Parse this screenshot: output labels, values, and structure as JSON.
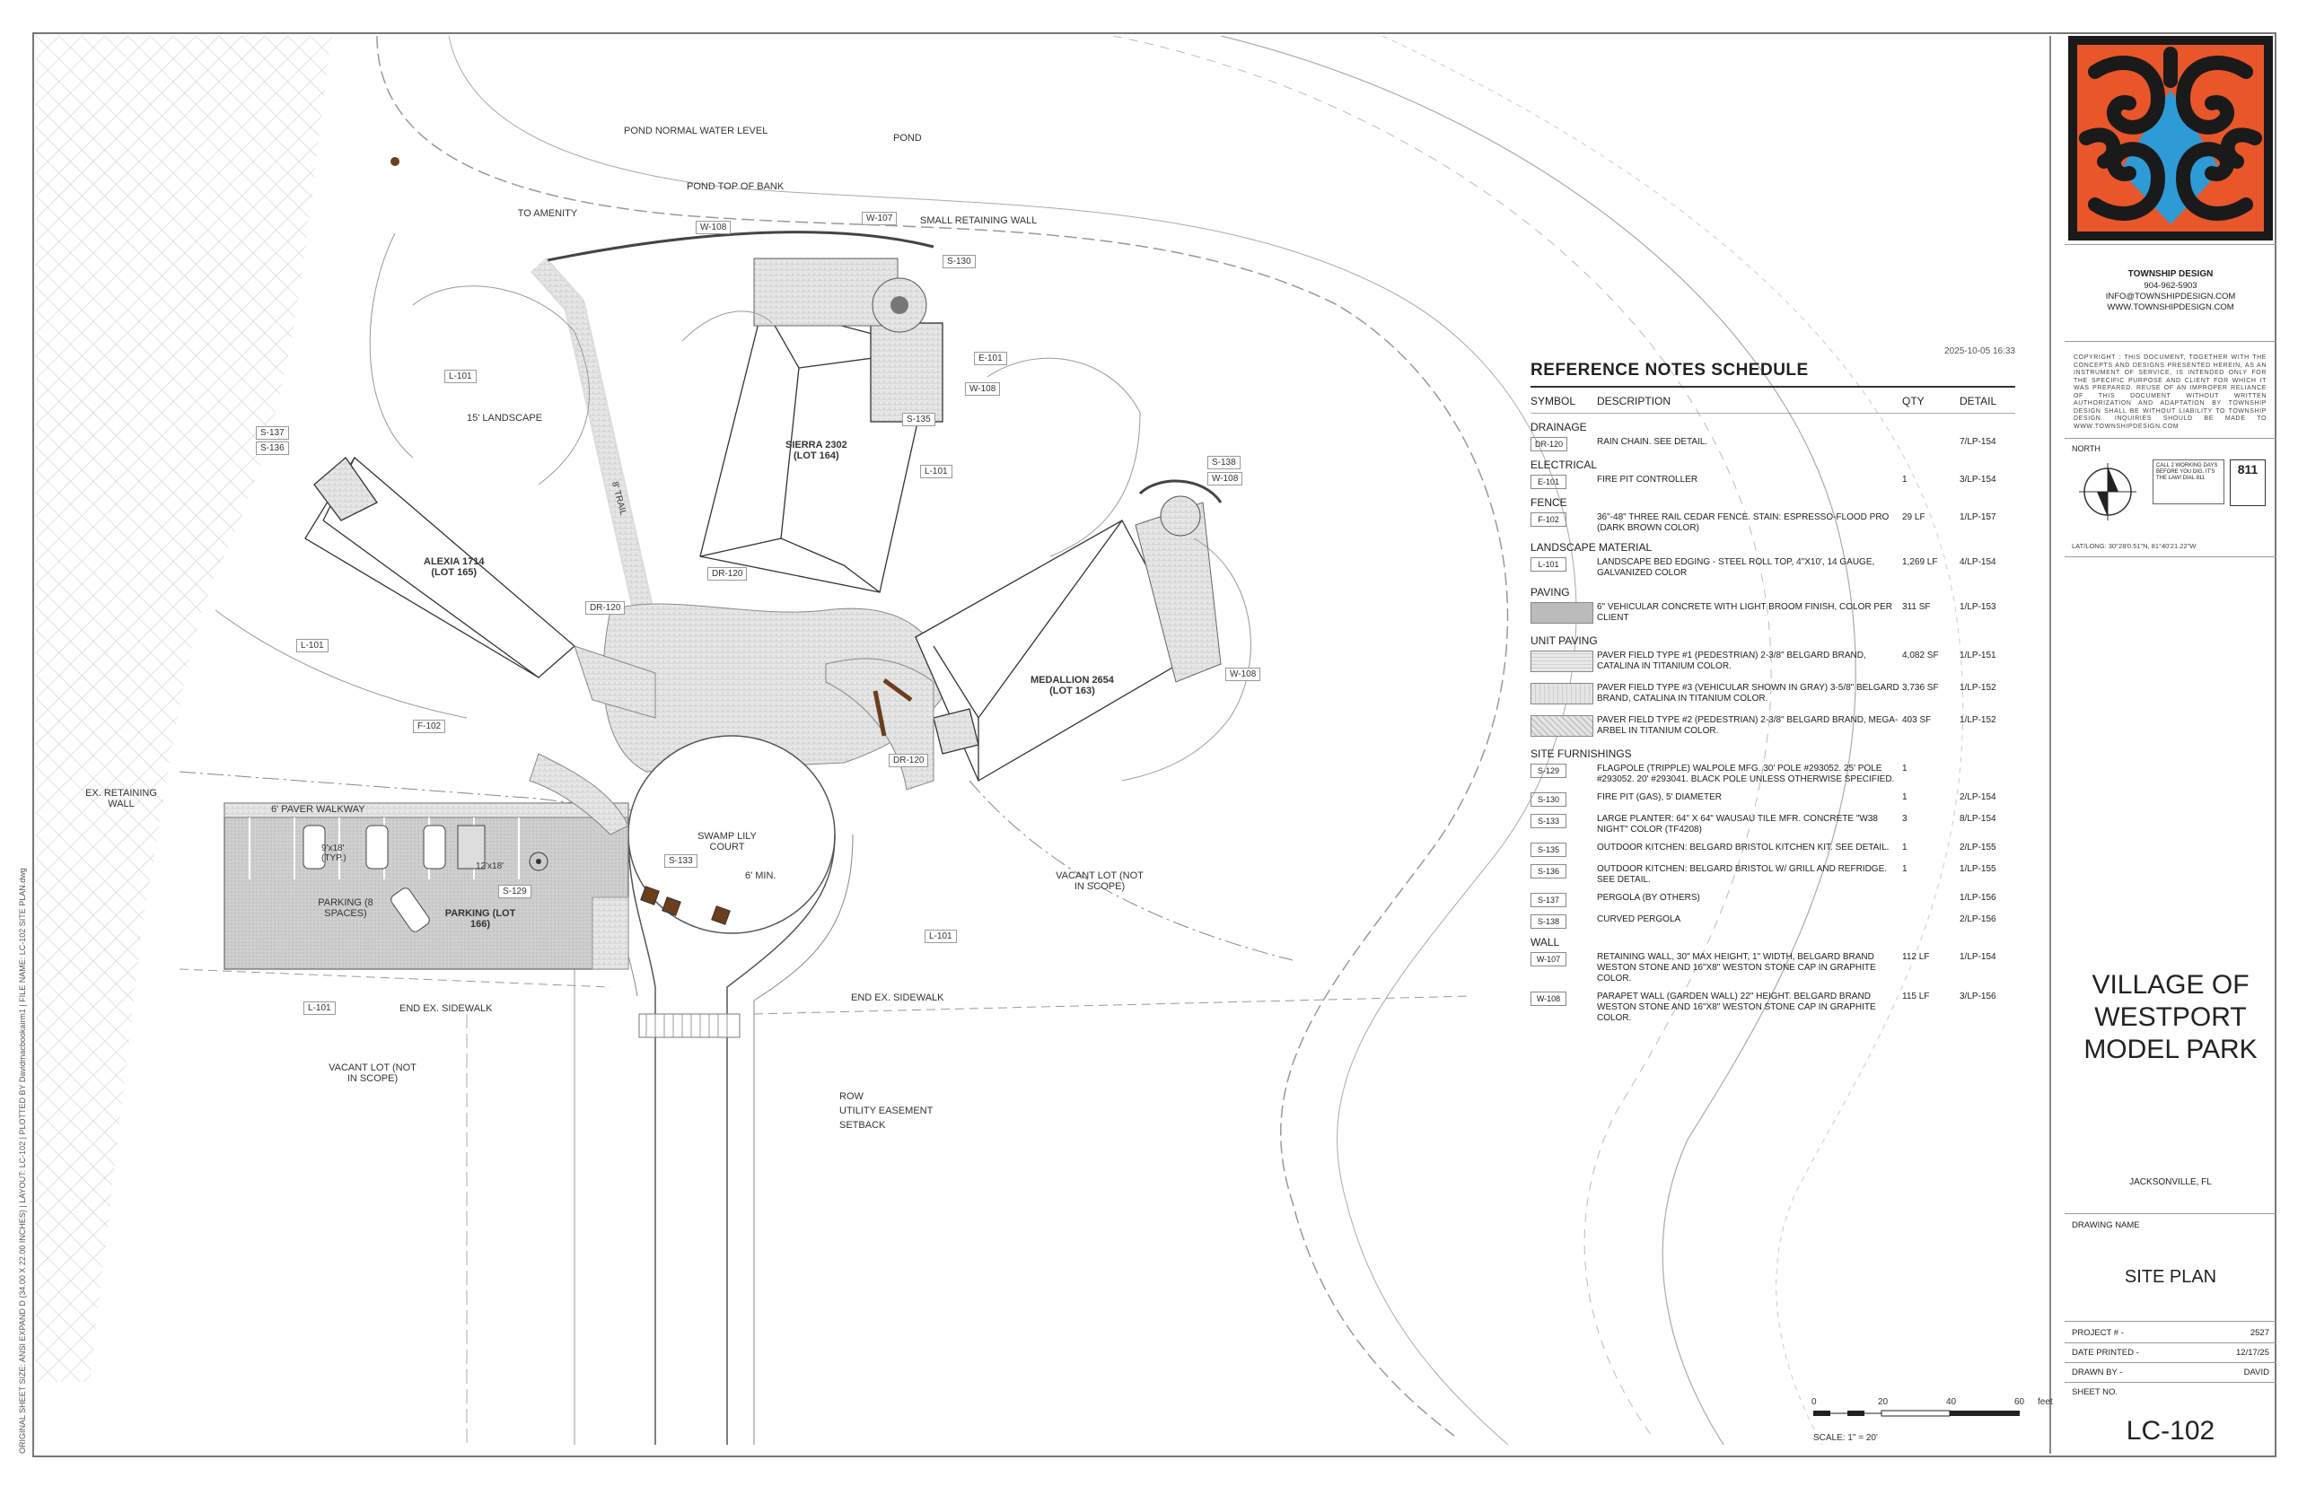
{
  "plot_note": "ORIGINAL SHEET SIZE: ANSI EXPAND D (34.00 X 22.00 INCHES) | LAYOUT: LC-102 | PLOTTED BY Davidmacbookairm1 | FILE NAME: LC-102 SITE PLAN.dwg",
  "plan": {
    "labels": {
      "pond_normal": "POND NORMAL WATER LEVEL",
      "pond": "POND",
      "pond_top": "POND TOP OF BANK",
      "to_amenity": "TO AMENITY",
      "small_wall": "SMALL RETAINING WALL",
      "landscape15": "15' LANDSCAPE",
      "trail8": "8' TRAIL",
      "ex_wall": "EX. RETAINING WALL",
      "paver_walkway": "6' PAVER WALKWAY",
      "stall_typ": "9'x18' (TYP.)",
      "stall_ada": "12'x18'",
      "swamp_lily": "SWAMP LILY COURT",
      "min6": "6' MIN.",
      "vacant_lot_right": "VACANT LOT (NOT IN SCOPE)",
      "vacant_lot_left": "VACANT LOT (NOT IN SCOPE)",
      "end_sidewalk_left": "END EX. SIDEWALK",
      "end_sidewalk_right": "END EX. SIDEWALK",
      "row": "ROW",
      "utility": "UTILITY EASEMENT",
      "setback": "SETBACK",
      "sierra": "SIERRA 2302",
      "sierra_lot": "(LOT 164)",
      "alexia": "ALEXIA 1714",
      "alexia_lot": "(LOT 165)",
      "medallion": "MEDALLION 2654",
      "medallion_lot": "(LOT 163)",
      "parking": "PARKING (8 SPACES)",
      "parking_lot": "PARKING (LOT 166)"
    },
    "tags": {
      "w108_a": "W-108",
      "w107": "W-107",
      "s130": "S-130",
      "e101": "E-101",
      "w108_b": "W-108",
      "s135": "S-135",
      "l101_a": "L-101",
      "s137": "S-137",
      "s136": "S-136",
      "l101_b": "L-101",
      "dr120_a": "DR-120",
      "dr120_b": "DR-120",
      "l101_c": "L-101",
      "s138": "S-138",
      "w108_c": "W-108",
      "w108_d": "W-108",
      "dr120_c": "DR-120",
      "f102": "F-102",
      "s133": "S-133",
      "s129": "S-129",
      "l101_d": "L-101",
      "l101_e": "L-101"
    }
  },
  "schedule": {
    "date": "2025-10-05 16:33",
    "title": "REFERENCE NOTES SCHEDULE",
    "headers": {
      "symbol": "SYMBOL",
      "description": "DESCRIPTION",
      "qty": "QTY",
      "detail": "DETAIL"
    },
    "groups": [
      {
        "name": "DRAINAGE",
        "rows": [
          {
            "symbol": "DR-120",
            "description": "RAIN CHAIN. SEE DETAIL.",
            "qty": "",
            "detail": "7/LP-154"
          }
        ]
      },
      {
        "name": "ELECTRICAL",
        "rows": [
          {
            "symbol": "E-101",
            "description": "FIRE PIT CONTROLLER",
            "qty": "1",
            "detail": "3/LP-154"
          }
        ]
      },
      {
        "name": "FENCE",
        "rows": [
          {
            "symbol": "F-102",
            "description": "36\"-48\" THREE RAIL CEDAR FENCE. STAIN: ESPRESSO-FLOOD PRO (DARK BROWN COLOR)",
            "qty": "29 LF",
            "detail": "1/LP-157"
          }
        ]
      },
      {
        "name": "LANDSCAPE MATERIAL",
        "rows": [
          {
            "symbol": "L-101",
            "description": "LANDSCAPE BED EDGING - STEEL ROLL TOP, 4\"X10', 14 GAUGE, GALVANIZED COLOR",
            "qty": "1,269 LF",
            "detail": "4/LP-154"
          }
        ]
      },
      {
        "name": "PAVING",
        "rows": [
          {
            "swatch": "concrete",
            "description": "6\" VEHICULAR CONCRETE WITH LIGHT BROOM FINISH, COLOR PER CLIENT",
            "qty": "311 SF",
            "detail": "1/LP-153"
          }
        ]
      },
      {
        "name": "UNIT PAVING",
        "rows": [
          {
            "swatch": "paver1",
            "description": "PAVER FIELD TYPE #1 (PEDESTRIAN) 2-3/8\" BELGARD BRAND, CATALINA IN TITANIUM COLOR.",
            "qty": "4,082 SF",
            "detail": "1/LP-151"
          },
          {
            "swatch": "paver3",
            "description": "PAVER FIELD TYPE #3 (VEHICULAR SHOWN IN GRAY) 3-5/8\" BELGARD BRAND, CATALINA IN TITANIUM COLOR.",
            "qty": "3,736 SF",
            "detail": "1/LP-152"
          },
          {
            "swatch": "paver2",
            "description": "PAVER FIELD TYPE #2 (PEDESTRIAN) 2-3/8\" BELGARD BRAND, MEGA-ARBEL IN TITANIUM COLOR.",
            "qty": "403 SF",
            "detail": "1/LP-152"
          }
        ]
      },
      {
        "name": "SITE FURNISHINGS",
        "rows": [
          {
            "symbol": "S-129",
            "description": "FLAGPOLE (TRIPPLE) WALPOLE MFG. 30' POLE #293052. 25' POLE #293052. 20' #293041. BLACK POLE UNLESS OTHERWISE SPECIFIED.",
            "qty": "1",
            "detail": ""
          },
          {
            "symbol": "S-130",
            "description": "FIRE PIT (GAS), 5' DIAMETER",
            "qty": "1",
            "detail": "2/LP-154"
          },
          {
            "symbol": "S-133",
            "description": "LARGE PLANTER: 64\" X 64\" WAUSAU TILE MFR. CONCRETE \"W38 NIGHT\" COLOR (TF4208)",
            "qty": "3",
            "detail": "8/LP-154"
          },
          {
            "symbol": "S-135",
            "description": "OUTDOOR KITCHEN: BELGARD BRISTOL KITCHEN KIT. SEE DETAIL.",
            "qty": "1",
            "detail": "2/LP-155"
          },
          {
            "symbol": "S-136",
            "description": "OUTDOOR KITCHEN: BELGARD BRISTOL W/ GRILL AND REFRIDGE. SEE DETAIL.",
            "qty": "1",
            "detail": "1/LP-155"
          },
          {
            "symbol": "S-137",
            "description": "PERGOLA (BY OTHERS)",
            "qty": "",
            "detail": "1/LP-156"
          },
          {
            "symbol": "S-138",
            "description": "CURVED PERGOLA",
            "qty": "",
            "detail": "2/LP-156"
          }
        ]
      },
      {
        "name": "WALL",
        "rows": [
          {
            "symbol": "W-107",
            "description": "RETAINING WALL, 30\" MAX HEIGHT, 1\" WIDTH, BELGARD BRAND WESTON STONE AND 16\"X8\" WESTON STONE CAP IN GRAPHITE COLOR.",
            "qty": "112 LF",
            "detail": "1/LP-154"
          },
          {
            "symbol": "W-108",
            "description": "PARAPET WALL (GARDEN WALL) 22\" HEIGHT. BELGARD BRAND WESTON STONE AND 16\"X8\" WESTON STONE CAP IN GRAPHITE COLOR.",
            "qty": "115 LF",
            "detail": "3/LP-156"
          }
        ]
      }
    ]
  },
  "scale": {
    "ticks": [
      "0",
      "20",
      "40",
      "60"
    ],
    "unit": "feet",
    "text": "SCALE: 1\" = 20'"
  },
  "titleblock": {
    "firm": "TOWNSHIP DESIGN",
    "phone": "904-962-5903",
    "email": "INFO@TOWNSHIPDESIGN.COM",
    "web": "WWW.TOWNSHIPDESIGN.COM",
    "copyright": "COPYRIGHT : THIS DOCUMENT, TOGETHER WITH THE CONCEPTS AND DESIGNS PRESENTED HEREIN, AS AN INSTRUMENT OF SERVICE, IS INTENDED ONLY FOR THE SPECIFIC PURPOSE AND CLIENT FOR WHICH IT WAS PREPARED. REUSE OF AN IMPROPER RELIANCE OF THIS DOCUMENT WITHOUT WRITTEN AUTHORIZATION AND ADAPTATION BY TOWNSHIP DESIGN SHALL BE WITHOUT LIABILITY TO TOWNSHIP DESIGN. INQUIRIES SHOULD BE MADE TO WWW.TOWNSHIPDESIGN.COM",
    "north": "NORTH",
    "call_text": "CALL 2 WORKING DAYS BEFORE YOU DIG. IT'S THE LAW! DIAL 811",
    "badge": "811",
    "latlong": "LAT/LONG: 30°28'0.51\"N, 81°40'21.22\"W",
    "project_title": [
      "VILLAGE OF",
      "WESTPORT",
      "MODEL PARK"
    ],
    "city": "JACKSONVILLE, FL",
    "drawing_name_label": "DRAWING NAME",
    "drawing_name": "SITE PLAN",
    "project_no_label": "PROJECT # -",
    "project_no": "2527",
    "date_printed_label": "DATE PRINTED -",
    "date_printed": "12/17/25",
    "drawn_by_label": "DRAWN BY -",
    "drawn_by": "DAVID",
    "sheet_no_label": "SHEET NO.",
    "sheet_no": "LC-102"
  },
  "colors": {
    "logo_orange": "#e8562a",
    "logo_dark": "#1a1a1a",
    "logo_blue": "#2e9bd6"
  }
}
